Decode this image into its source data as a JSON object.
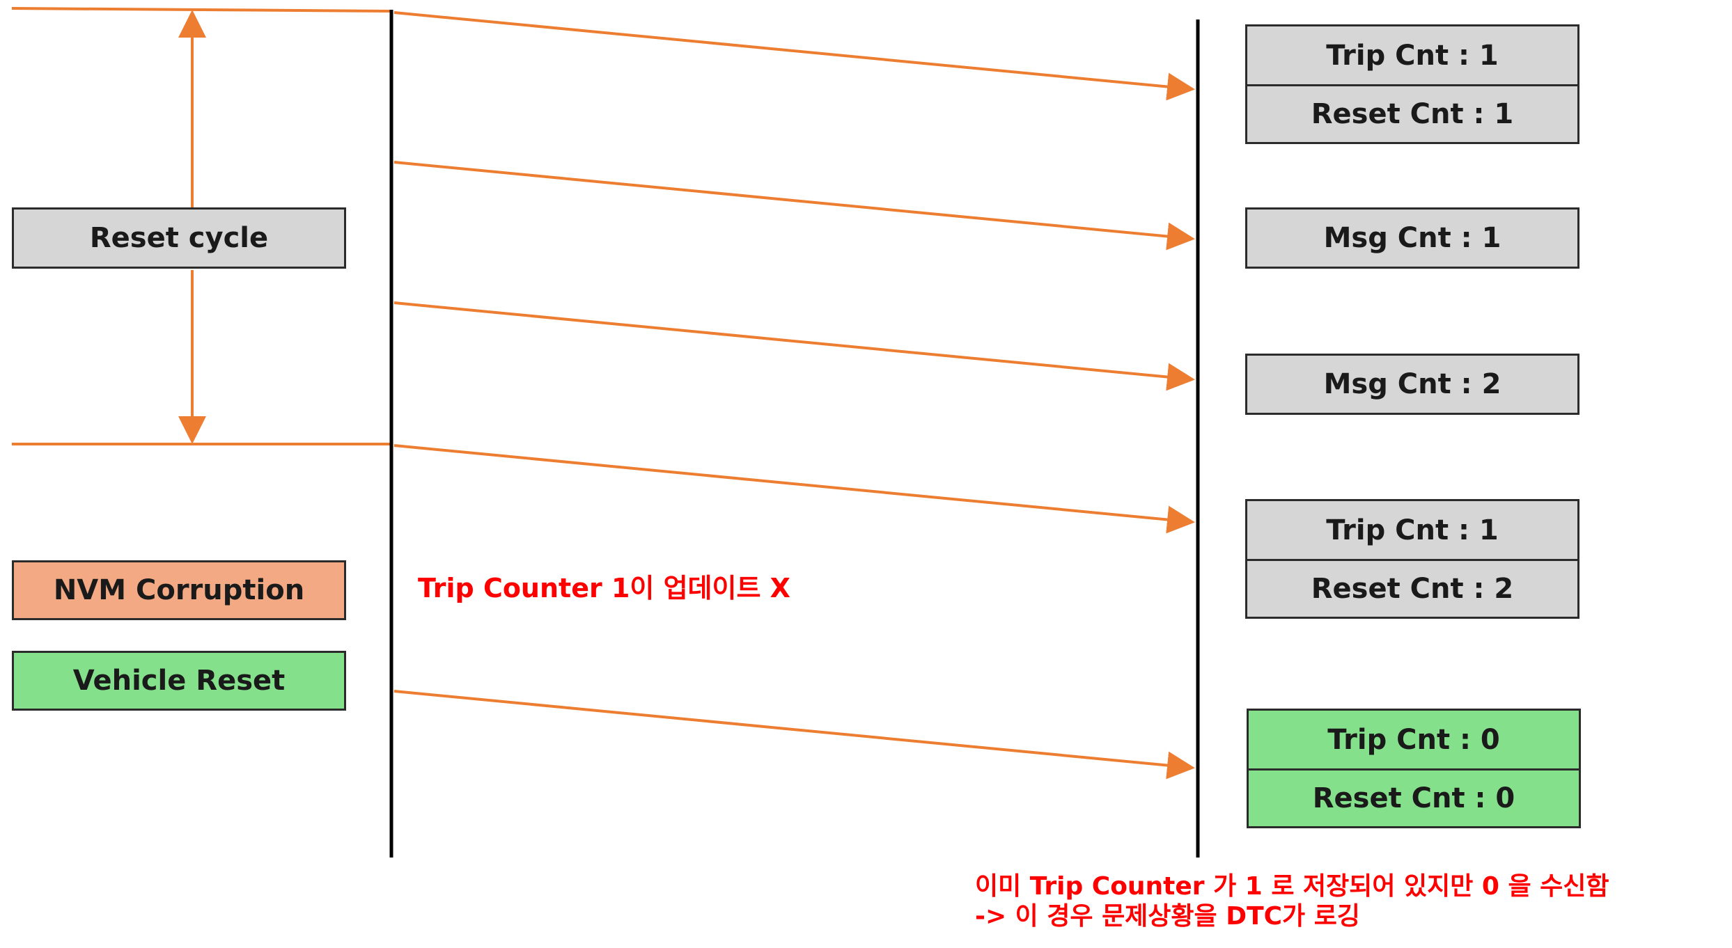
{
  "colors": {
    "arrow": "#ed7d31",
    "lifeline": "#000000",
    "gray_box": "#d6d6d6",
    "orange_box": "#f2a984",
    "green_box": "#85e08c",
    "note_text": "#ff0000"
  },
  "left_labels": {
    "reset_cycle": "Reset cycle",
    "nvm_corruption": "NVM Corruption",
    "vehicle_reset": "Vehicle Reset"
  },
  "messages": [
    {
      "lines": [
        "Trip Cnt : 1",
        "Reset Cnt : 1"
      ]
    },
    {
      "lines": [
        "Msg Cnt : 1"
      ]
    },
    {
      "lines": [
        "Msg Cnt : 2"
      ]
    },
    {
      "lines": [
        "Trip Cnt : 1",
        "Reset Cnt : 2"
      ]
    },
    {
      "lines": [
        "Trip Cnt : 0",
        "Reset Cnt : 0"
      ]
    }
  ],
  "notes": {
    "trip_counter": "Trip Counter 1이 업데이트 X",
    "bottom_line1": "이미 Trip Counter 가 1 로 저장되어 있지만 0 을 수신함",
    "bottom_line2": "-> 이 경우 문제상황을 DTC가 로깅"
  }
}
